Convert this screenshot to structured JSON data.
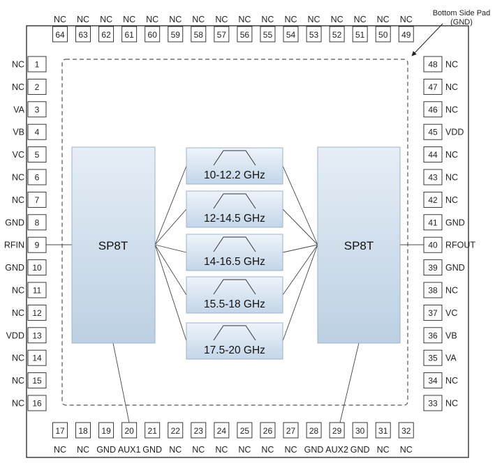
{
  "pins": {
    "top": [
      {
        "num": "64",
        "label": "NC"
      },
      {
        "num": "63",
        "label": "NC"
      },
      {
        "num": "62",
        "label": "NC"
      },
      {
        "num": "61",
        "label": "NC"
      },
      {
        "num": "60",
        "label": "NC"
      },
      {
        "num": "59",
        "label": "NC"
      },
      {
        "num": "58",
        "label": "NC"
      },
      {
        "num": "57",
        "label": "NC"
      },
      {
        "num": "56",
        "label": "NC"
      },
      {
        "num": "55",
        "label": "NC"
      },
      {
        "num": "54",
        "label": "NC"
      },
      {
        "num": "53",
        "label": "NC"
      },
      {
        "num": "52",
        "label": "NC"
      },
      {
        "num": "51",
        "label": "NC"
      },
      {
        "num": "50",
        "label": "NC"
      },
      {
        "num": "49",
        "label": "NC"
      }
    ],
    "left": [
      {
        "num": "1",
        "label": "NC"
      },
      {
        "num": "2",
        "label": "NC"
      },
      {
        "num": "3",
        "label": "VA"
      },
      {
        "num": "4",
        "label": "VB"
      },
      {
        "num": "5",
        "label": "VC"
      },
      {
        "num": "6",
        "label": "NC"
      },
      {
        "num": "7",
        "label": "NC"
      },
      {
        "num": "8",
        "label": "GND"
      },
      {
        "num": "9",
        "label": "RFIN"
      },
      {
        "num": "10",
        "label": "GND"
      },
      {
        "num": "11",
        "label": "NC"
      },
      {
        "num": "12",
        "label": "NC"
      },
      {
        "num": "13",
        "label": "VDD"
      },
      {
        "num": "14",
        "label": "NC"
      },
      {
        "num": "15",
        "label": "NC"
      },
      {
        "num": "16",
        "label": "NC"
      }
    ],
    "right": [
      {
        "num": "48",
        "label": "NC"
      },
      {
        "num": "47",
        "label": "NC"
      },
      {
        "num": "46",
        "label": "NC"
      },
      {
        "num": "45",
        "label": "VDD"
      },
      {
        "num": "44",
        "label": "NC"
      },
      {
        "num": "43",
        "label": "NC"
      },
      {
        "num": "42",
        "label": "NC"
      },
      {
        "num": "41",
        "label": "GND"
      },
      {
        "num": "40",
        "label": "RFOUT"
      },
      {
        "num": "39",
        "label": "GND"
      },
      {
        "num": "38",
        "label": "NC"
      },
      {
        "num": "37",
        "label": "VC"
      },
      {
        "num": "36",
        "label": "VB"
      },
      {
        "num": "35",
        "label": "VA"
      },
      {
        "num": "34",
        "label": "NC"
      },
      {
        "num": "33",
        "label": "NC"
      }
    ],
    "bottom": [
      {
        "num": "17",
        "label": "NC"
      },
      {
        "num": "18",
        "label": "NC"
      },
      {
        "num": "19",
        "label": "GND"
      },
      {
        "num": "20",
        "label": "AUX1"
      },
      {
        "num": "21",
        "label": "GND"
      },
      {
        "num": "22",
        "label": "NC"
      },
      {
        "num": "23",
        "label": "NC"
      },
      {
        "num": "24",
        "label": "NC"
      },
      {
        "num": "25",
        "label": "NC"
      },
      {
        "num": "26",
        "label": "NC"
      },
      {
        "num": "27",
        "label": "NC"
      },
      {
        "num": "28",
        "label": "GND"
      },
      {
        "num": "29",
        "label": "AUX2"
      },
      {
        "num": "30",
        "label": "GND"
      },
      {
        "num": "31",
        "label": "NC"
      },
      {
        "num": "32",
        "label": "NC"
      }
    ]
  },
  "blocks": {
    "switch_in": "SP8T",
    "switch_out": "SP8T",
    "filters": [
      "10-12.2 GHz",
      "12-14.5 GHz",
      "14-16.5 GHz",
      "15.5-18 GHz",
      "17.5-20 GHz"
    ]
  },
  "annotation": {
    "line1": "Bottom Side Pad",
    "line2": "(GND)"
  }
}
